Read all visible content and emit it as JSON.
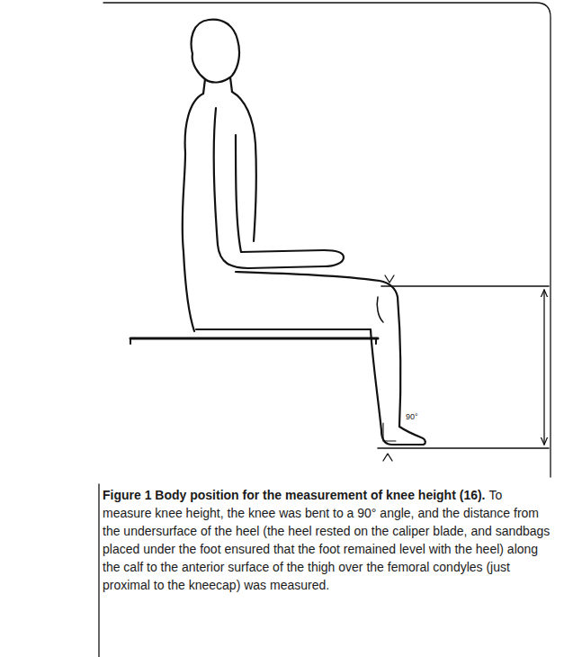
{
  "diagram": {
    "title": "Figure 1 Body position for the measurement of knee height (16).",
    "caption": "To measure knee height, the knee was bent to a 90° angle, and the distance from the undersurface of the heel (the heel rested on the caliper blade, and sandbags placed under the foot ensured that the foot remained level with the heel) along the calf to the anterior surface of the thigh over the femoral condyles (just proximal to the kneecap) was measured.",
    "labels": [
      "90°"
    ]
  }
}
